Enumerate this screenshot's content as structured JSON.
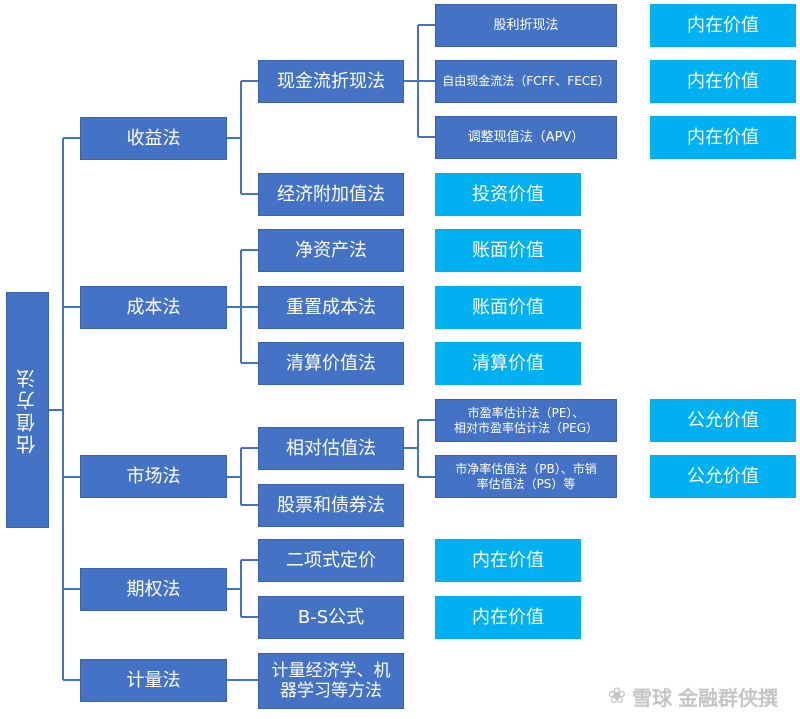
{
  "root": "估值方法",
  "methods": {
    "income": "收益法",
    "cost": "成本法",
    "market": "市场法",
    "option": "期权法",
    "econometric": "计量法"
  },
  "sub": {
    "dcf": "现金流折现法",
    "eva": "经济附加值法",
    "net_asset": "净资产法",
    "replacement": "重置成本法",
    "liquidation": "清算价值法",
    "relative": "相对估值法",
    "stock_bond": "股票和债券法",
    "binomial": "二项式定价",
    "bs": "B-S公式",
    "ml": "计量经济学、机\n器学习等方法"
  },
  "dcf_methods": {
    "ddm": "股利折现法",
    "fcf": "自由现金流法（FCFF、FECE）",
    "apv": "调整现值法（APV）"
  },
  "relative_methods": {
    "pe": "市盈率估计法（PE）、\n相对市盈率估计法（PEG）",
    "pb": "市净率估值法（PB）、市销\n率估值法（PS）等"
  },
  "values": {
    "ddm": "内在价值",
    "fcf": "内在价值",
    "apv": "内在价值",
    "eva": "投资价值",
    "net_asset": "账面价值",
    "replacement": "账面价值",
    "liquidation": "清算价值",
    "pe": "公允价值",
    "pb": "公允价值",
    "binomial": "内在价值",
    "bs": "内在价值"
  },
  "watermark": {
    "logo": "❀",
    "text": "雪球",
    "account": "金融群侠撰"
  },
  "colors": {
    "dark_box": "#4472c4",
    "light_box": "#00b0f0",
    "connector": "#4472c4"
  }
}
